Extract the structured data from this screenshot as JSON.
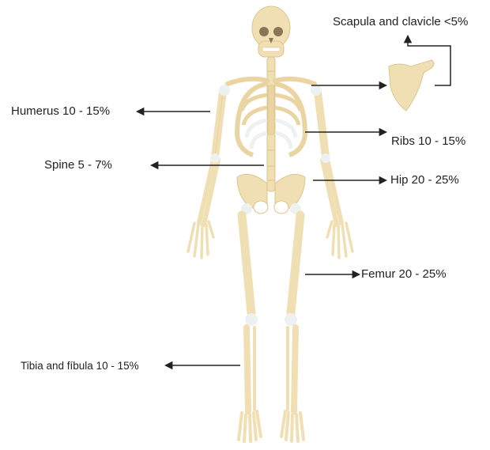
{
  "labels": {
    "scapula": "Scapula and clavicle <5%",
    "humerus": "Humerus 10 - 15%",
    "ribs": "Ribs 10 - 15%",
    "spine": "Spine  5 - 7%",
    "hip": "Hip 20 - 25%",
    "femur": "Femur 20 - 25%",
    "tibia": "Tibia and fíbula 10 - 15%"
  },
  "colors": {
    "bone": "#f1dfb4",
    "bone_shade": "#dcc48e",
    "cartilage": "#eef1f2",
    "arrow": "#222222"
  }
}
